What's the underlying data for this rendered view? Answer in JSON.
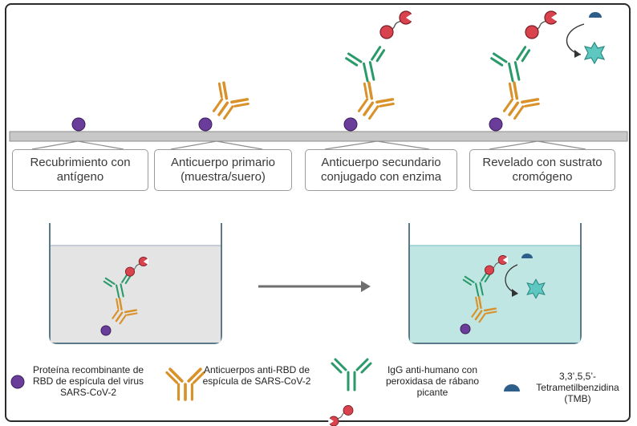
{
  "stages": [
    {
      "label": "Recubrimiento con antígeno"
    },
    {
      "label": "Anticuerpo primario (muestra/suero)"
    },
    {
      "label": "Anticuerpo secundario conjugado con enzima"
    },
    {
      "label": "Revelado con sustrato cromógeno"
    }
  ],
  "legend": {
    "antigen": "Proteína recombinante de RBD de espícula del virus SARS-CoV-2",
    "primary": "Anticuerpos anti-RBD de espícula de SARS-CoV-2",
    "secondary": "IgG anti-humano con peroxidasa de rábano picante",
    "substrate_line1": "3,3’,5,5’-",
    "substrate_line2": "Tetrametilbenzidina",
    "substrate_line3": "(TMB)"
  },
  "colors": {
    "antigen": "#6a3d9a",
    "primary_antibody": "#d9912a",
    "secondary_antibody": "#2a9a6a",
    "enzyme": "#d9434e",
    "substrate": "#2e5f8a",
    "product": "#5ec8c0",
    "plate": "#c8c8c8",
    "well_liquid_before": "#e4e4e4",
    "well_liquid_after": "#bfe6e3"
  }
}
